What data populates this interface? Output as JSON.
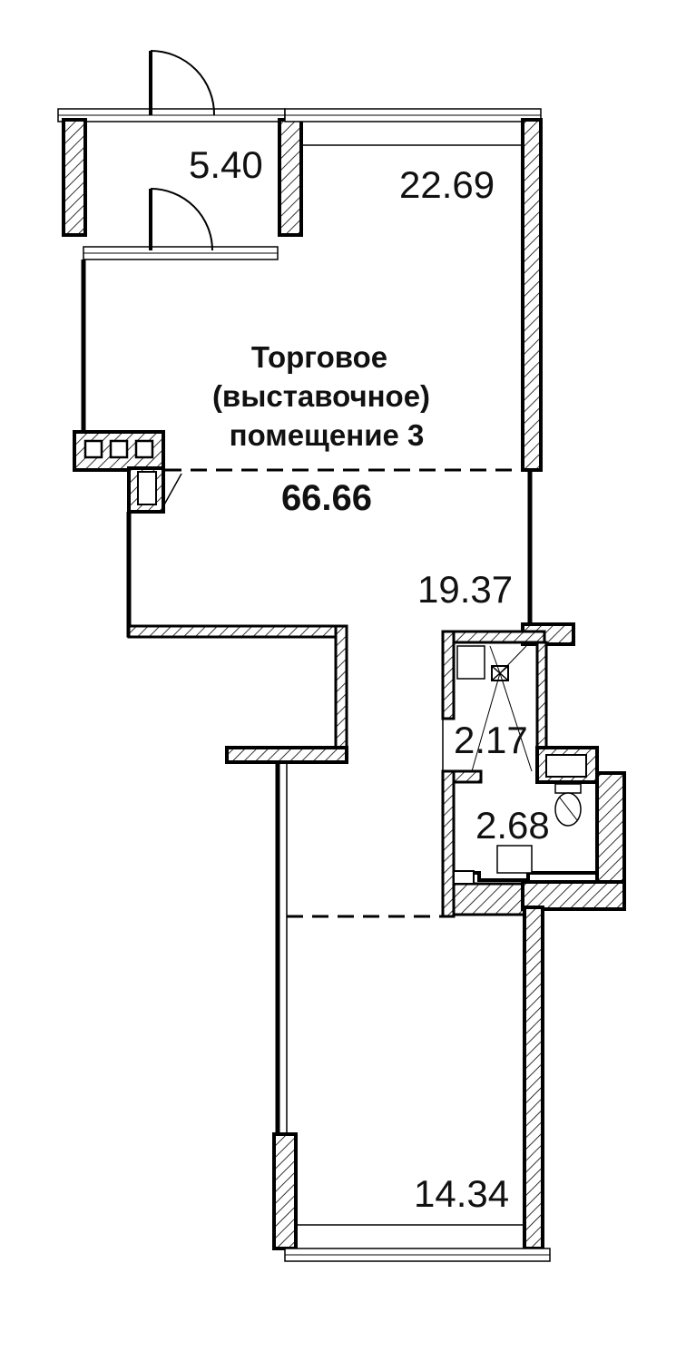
{
  "room": {
    "title_line1": "Торговое",
    "title_line2": "(выставочное)",
    "title_line3": "помещение 3",
    "total_area": "66.66"
  },
  "areas": {
    "vestibule": "5.40",
    "hall_top": "22.69",
    "hall_middle": "19.37",
    "bath_upper": "2.17",
    "bath_lower": "2.68",
    "hall_bottom": "14.34"
  },
  "colors": {
    "wall": "#000000",
    "background": "#ffffff"
  }
}
